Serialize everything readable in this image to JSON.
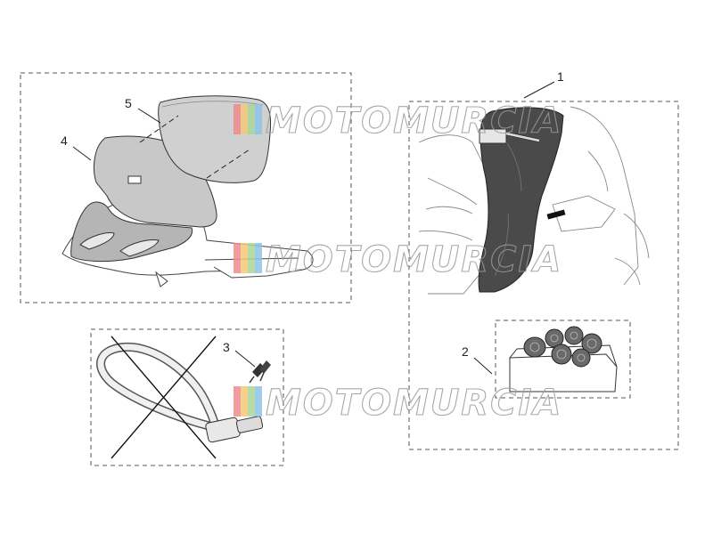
{
  "watermark": {
    "text": "MOTOMURCIA",
    "colors": [
      "#f08c8c",
      "#f5c97a",
      "#a8d89a",
      "#8fc4e8"
    ]
  },
  "callouts": [
    {
      "id": "1",
      "label": "1"
    },
    {
      "id": "2",
      "label": "2"
    },
    {
      "id": "3",
      "label": "3"
    },
    {
      "id": "4",
      "label": "4"
    },
    {
      "id": "5",
      "label": "5"
    }
  ],
  "colors": {
    "cover_gray": "#c8c8c8",
    "legcover_dark": "#4a4a4a",
    "outline": "#333333",
    "box_border": "#555555"
  }
}
